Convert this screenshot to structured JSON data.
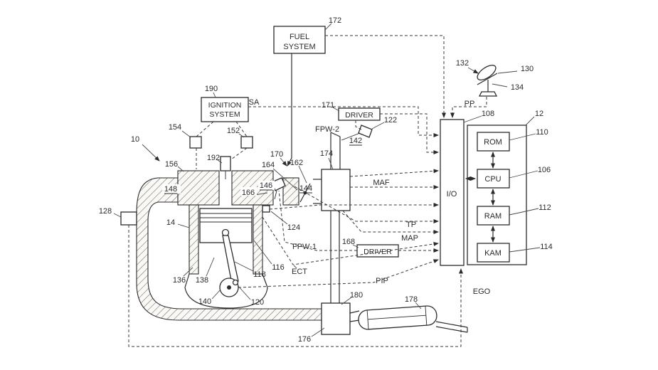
{
  "figure": {
    "kind": "patent-engine-control-diagram"
  },
  "boxes": {
    "fuel_system": {
      "line1": "FUEL",
      "line2": "SYSTEM"
    },
    "ignition_system": {
      "line1": "IGNITION",
      "line2": "SYSTEM"
    },
    "driver_top": {
      "label": "DRIVER"
    },
    "driver_bottom": {
      "label": "DRIVER"
    },
    "io": {
      "label": "I/O"
    },
    "rom": {
      "label": "ROM"
    },
    "cpu": {
      "label": "CPU"
    },
    "ram": {
      "label": "RAM"
    },
    "kam": {
      "label": "KAM"
    }
  },
  "signals": {
    "sa": "SA",
    "pp": "PP",
    "maf": "MAF",
    "tp": "TP",
    "map": "MAP",
    "fpw1": "FPW-1",
    "fpw2": "FPW-2",
    "ect": "ECT",
    "pip": "PIP",
    "ego": "EGO"
  },
  "refs": {
    "r10": "10",
    "r12": "12",
    "r14": "14",
    "r106": "106",
    "r108": "108",
    "r110": "110",
    "r112": "112",
    "r114": "114",
    "r116": "116",
    "r118": "118",
    "r120": "120",
    "r122": "122",
    "r124": "124",
    "r128": "128",
    "r130": "130",
    "r132": "132",
    "r134": "134",
    "r136": "136",
    "r138": "138",
    "r140": "140",
    "r142": "142",
    "r144": "144",
    "r146": "146",
    "r148": "148",
    "r152": "152",
    "r154": "154",
    "r156": "156",
    "r162": "162",
    "r164": "164",
    "r166": "166",
    "r168": "168",
    "r170": "170",
    "r171": "171",
    "r172": "172",
    "r174": "174",
    "r176": "176",
    "r178": "178",
    "r180": "180",
    "r190": "190",
    "r192": "192"
  },
  "colors": {
    "line": "#2b2b2b",
    "hatch": "#6b6b6b",
    "background": "#ffffff"
  }
}
